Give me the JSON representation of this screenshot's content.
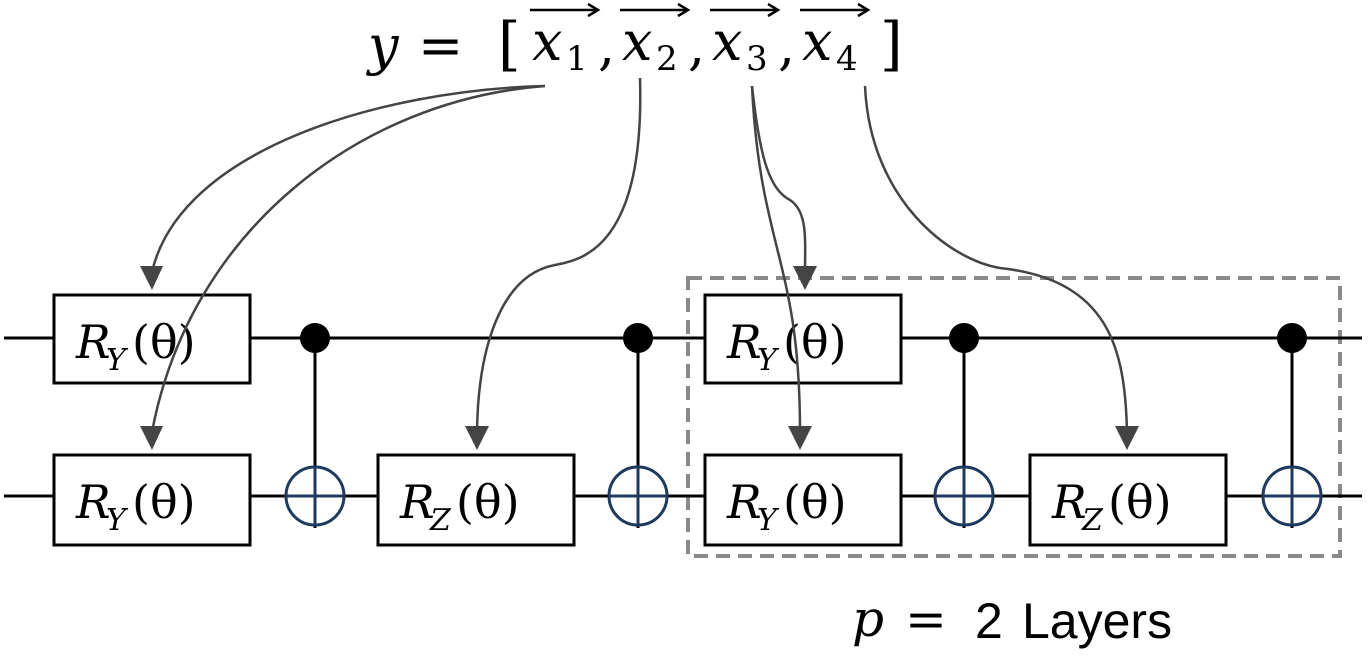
{
  "equation": {
    "lhs": "y",
    "equals": "=",
    "open_bracket": "[",
    "close_bracket": "]",
    "vectors": [
      {
        "base": "x",
        "sub": "1"
      },
      {
        "base": "x",
        "sub": "2"
      },
      {
        "base": "x",
        "sub": "3"
      },
      {
        "base": "x",
        "sub": "4"
      }
    ]
  },
  "gates": [
    {
      "id": "g1",
      "base": "R",
      "sub": "Y",
      "arg": "(θ)"
    },
    {
      "id": "g2",
      "base": "R",
      "sub": "Y",
      "arg": "(θ)"
    },
    {
      "id": "g3",
      "base": "R",
      "sub": "Z",
      "arg": "(θ)"
    },
    {
      "id": "g4",
      "base": "R",
      "sub": "Y",
      "arg": "(θ)"
    },
    {
      "id": "g5",
      "base": "R",
      "sub": "Y",
      "arg": "(θ)"
    },
    {
      "id": "g6",
      "base": "R",
      "sub": "Z",
      "arg": "(θ)"
    }
  ],
  "layers_label": {
    "var": "p",
    "equals": "=",
    "count": "2",
    "unit": "Layers"
  },
  "colors": {
    "wire": "#000000",
    "arrow": "#444444",
    "cnot_target": "#1f3a5f",
    "layer_box": "#8a8a8a"
  }
}
